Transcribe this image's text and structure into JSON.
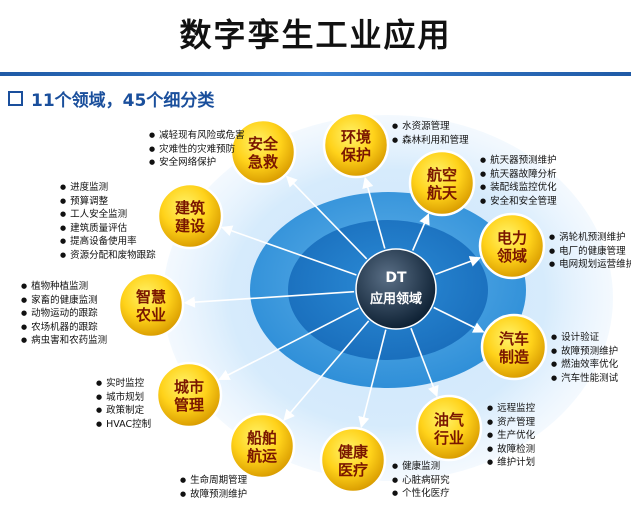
{
  "title": "数字孪生工业应用",
  "subtitle": "11个领域，45个细分类",
  "center": {
    "line1": "DT",
    "line2": "应用领域"
  },
  "domains": [
    {
      "id": "safety",
      "line1": "安全",
      "line2": "急救",
      "items": [
        "减轻现有风险或危害",
        "灾难性的灾难预防",
        "安全网络保护"
      ]
    },
    {
      "id": "environment",
      "line1": "环境",
      "line2": "保护",
      "items": [
        "水资源管理",
        "森林利用和管理"
      ]
    },
    {
      "id": "aerospace",
      "line1": "航空",
      "line2": "航天",
      "items": [
        "航天器预测维护",
        "航天器故障分析",
        "装配线监控优化",
        "安全和安全管理"
      ]
    },
    {
      "id": "power",
      "line1": "电力",
      "line2": "领域",
      "items": [
        "涡轮机预测维护",
        "电厂的健康管理",
        "电网规划运营维护"
      ]
    },
    {
      "id": "automotive",
      "line1": "汽车",
      "line2": "制造",
      "items": [
        "设计验证",
        "故障预测维护",
        "燃油效率优化",
        "汽车性能测试"
      ]
    },
    {
      "id": "oilgas",
      "line1": "油气",
      "line2": "行业",
      "items": [
        "远程监控",
        "资产管理",
        "生产优化",
        "故障检测",
        "维护计划"
      ]
    },
    {
      "id": "health",
      "line1": "健康",
      "line2": "医疗",
      "items": [
        "健康监测",
        "心脏病研究",
        "个性化医疗"
      ]
    },
    {
      "id": "shipping",
      "line1": "船舶",
      "line2": "航运",
      "items": [
        "生命周期管理",
        "故障预测维护"
      ]
    },
    {
      "id": "city",
      "line1": "城市",
      "line2": "管理",
      "items": [
        "实时监控",
        "城市规划",
        "政策制定",
        "HVAC控制"
      ]
    },
    {
      "id": "agriculture",
      "line1": "智慧",
      "line2": "农业",
      "items": [
        "植物种植监测",
        "家畜的健康监测",
        "动物运动的跟踪",
        "农场机器的跟踪",
        "病虫害和农药监测"
      ]
    },
    {
      "id": "construction",
      "line1": "建筑",
      "line2": "建设",
      "items": [
        "进度监测",
        "预算调整",
        "工人安全监测",
        "建筑质量评估",
        "提高设备使用率",
        "资源分配和废物跟踪"
      ]
    }
  ]
}
